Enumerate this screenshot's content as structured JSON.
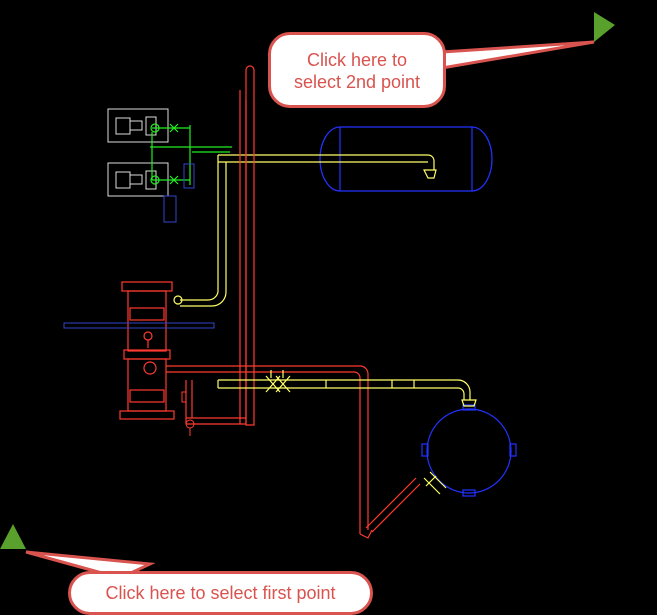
{
  "callouts": {
    "second_point": {
      "line1": "Click here to",
      "line2": "select 2nd point"
    },
    "first_point": {
      "text": "Click here to select first point"
    }
  },
  "colors": {
    "background": "#000000",
    "hot_pipe": "#ff3b30",
    "cold_pipe": "#ffff66",
    "vessel": "#2233ff",
    "equipment": "#ffffff",
    "valve_green": "#22ee22",
    "marker": "#5aa02c",
    "callout_border": "#d9534f",
    "callout_text": "#d9534f"
  },
  "icons": {
    "first_point_marker": "green-triangle-icon",
    "second_point_marker": "green-triangle-icon"
  }
}
